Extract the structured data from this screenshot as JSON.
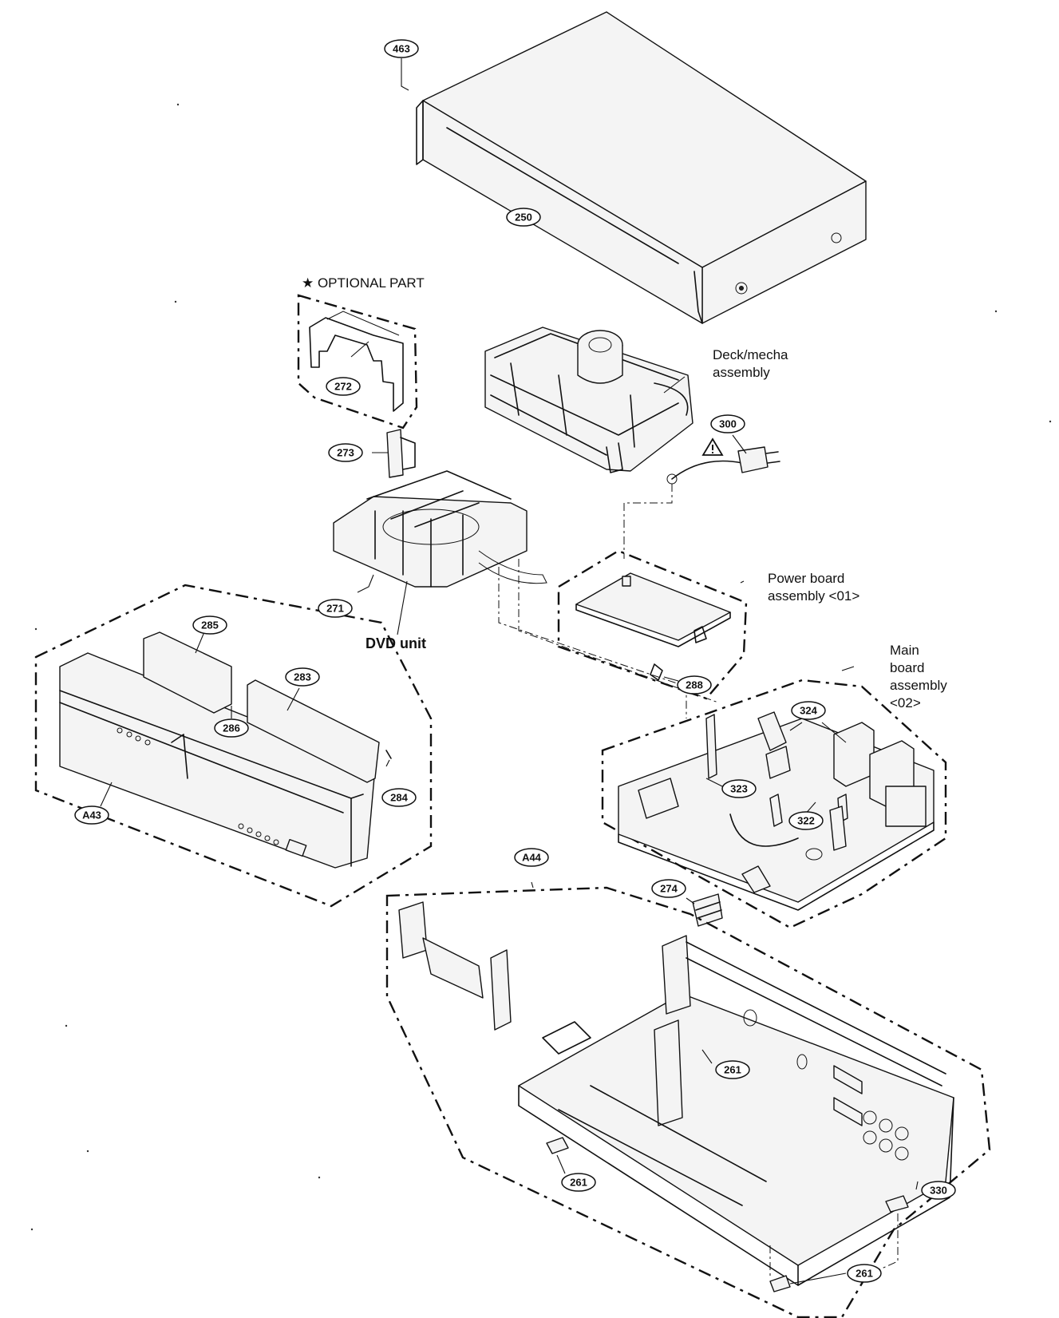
{
  "labels": {
    "optional_part": "★ OPTIONAL PART",
    "deck_mecha_line1": "Deck/mecha",
    "deck_mecha_line2": "assembly",
    "dvd_unit": "DVD unit",
    "power_board_line1": "Power board",
    "power_board_line2": "assembly <01>",
    "main_board_line1": "Main",
    "main_board_line2": "board",
    "main_board_line3": "assembly",
    "main_board_line4": "<02>"
  },
  "callouts": {
    "p463": "463",
    "p250": "250",
    "p272": "272",
    "p273": "273",
    "p300": "300",
    "p271": "271",
    "p285": "285",
    "p283": "283",
    "p286": "286",
    "p288": "288",
    "p324": "324",
    "p284": "284",
    "pA43": "A43",
    "p323": "323",
    "p322": "322",
    "pA44": "A44",
    "p274": "274",
    "p261a": "261",
    "p261b": "261",
    "p261c": "261",
    "p330": "330"
  },
  "icons": {
    "warning": "warning-triangle-icon"
  }
}
